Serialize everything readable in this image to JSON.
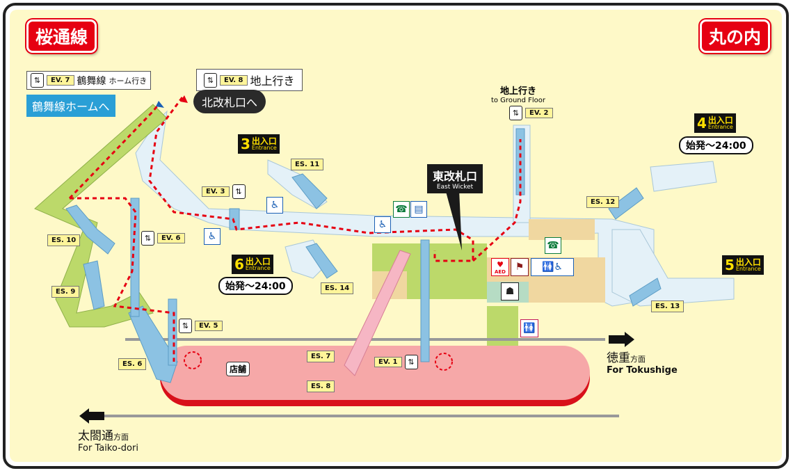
{
  "lines": {
    "left": "桜通線",
    "right": "丸の内"
  },
  "callouts": {
    "tsurumai_home": "鶴舞線ホームへ",
    "north_wicket": "北改札口へ"
  },
  "elevators": {
    "ev7": {
      "badge": "EV. 7",
      "dest_main": "鶴舞線",
      "dest_sub": "ホーム行き"
    },
    "ev8": {
      "badge": "EV. 8",
      "dest_main": "地上行き"
    },
    "ev2": {
      "badge": "EV. 2",
      "title_jp": "地上行き",
      "title_en": "to Ground Floor"
    },
    "ev3": {
      "badge": "EV. 3"
    },
    "ev6": {
      "badge": "EV. 6"
    },
    "ev5": {
      "badge": "EV. 5"
    },
    "ev1": {
      "badge": "EV. 1"
    }
  },
  "escalators": {
    "es11": "ES. 11",
    "es12": "ES. 12",
    "es10": "ES. 10",
    "es9": "ES. 9",
    "es14": "ES. 14",
    "es13": "ES. 13",
    "es6": "ES. 6",
    "es7": "ES. 7",
    "es8": "ES. 8"
  },
  "entrances": {
    "e3": {
      "num": "3",
      "jp": "出入口",
      "en": "Entrance"
    },
    "e4": {
      "num": "4",
      "jp": "出入口",
      "en": "Entrance",
      "hours": "始発〜24:00"
    },
    "e6": {
      "num": "6",
      "jp": "出入口",
      "en": "Entrance",
      "hours": "始発〜24:00"
    },
    "e5": {
      "num": "5",
      "jp": "出入口",
      "en": "Entrance"
    }
  },
  "east_wicket": {
    "jp": "東改札口",
    "en": "East Wicket"
  },
  "shop": "店舗",
  "aed": "AED",
  "directions": {
    "right": {
      "jp": "徳重",
      "suffix": "方面",
      "en": "For Tokushige"
    },
    "left": {
      "jp": "太閤通",
      "suffix": "方面",
      "en": "For Taiko-dori"
    }
  },
  "icons": {
    "elevator": "elevator-icon",
    "wheelchair": "wheelchair-icon",
    "telephone": "telephone-icon",
    "ticket": "ticket-machine-icon",
    "aed": "aed-icon",
    "restroom": "restroom-icon"
  },
  "colors": {
    "line_red": "#e60012",
    "corridor": "#e4f1f8",
    "platform": "#f6a8a8",
    "green_zone": "#bcd96a",
    "tan_zone": "#f0d7a0",
    "escalator": "#8cc2e3",
    "route": "#e60012"
  }
}
